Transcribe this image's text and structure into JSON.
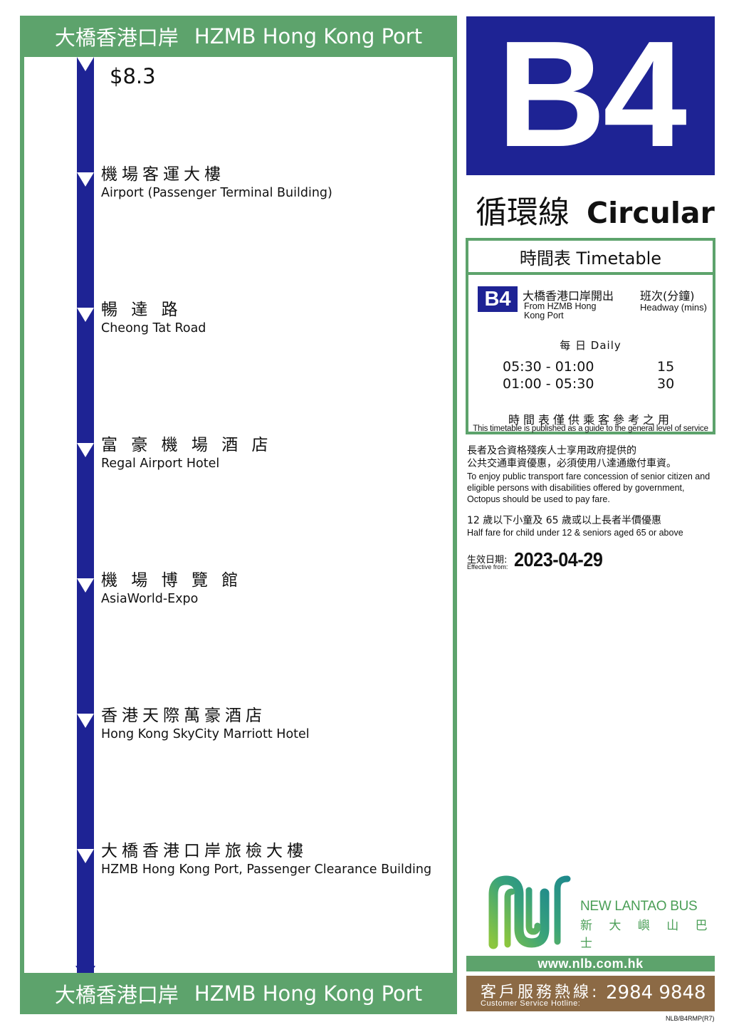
{
  "terminus": {
    "zh": "大橋香港口岸",
    "en": "HZMB Hong Kong Port"
  },
  "fare": "$8.3",
  "stops": [
    {
      "zh": "機場客運大樓",
      "en": "Airport (Passenger Terminal Building)"
    },
    {
      "zh": "暢 達 路",
      "en": "Cheong Tat Road"
    },
    {
      "zh": "富 豪 機 場 酒 店",
      "en": "Regal Airport Hotel"
    },
    {
      "zh": "機 場 博 覽 館",
      "en": "AsiaWorld-Expo"
    },
    {
      "zh": "香港天際萬豪酒店",
      "en": "Hong Kong SkyCity Marriott Hotel"
    },
    {
      "zh": "大橋香港口岸旅檢大樓",
      "en": "HZMB Hong Kong Port, Passenger Clearance Building"
    }
  ],
  "route": {
    "number": "B4",
    "type_zh": "循環線",
    "type_en": "Circular"
  },
  "timetable": {
    "title": "時間表 Timetable",
    "badge": "B4",
    "from_zh": "大橋香港口岸開出",
    "from_en": "From HZMB Hong Kong Port",
    "headway_zh": "班次(分鐘)",
    "headway_en": "Headway (mins)",
    "daily": "每 日 Daily",
    "rows": [
      {
        "period": "05:30 - 01:00",
        "headway": "15"
      },
      {
        "period": "01:00 - 05:30",
        "headway": "30"
      }
    ],
    "note_zh": "時間表僅供乘客參考之用",
    "note_en": "This timetable is published as a guide to the general level of service"
  },
  "concession": {
    "zh_line1": "長者及合資格殘疾人士享用政府提供的",
    "zh_line2": "公共交通車資優惠，必須使用八達通繳付車資。",
    "en": "To enjoy public transport fare concession of senior citizen and eligible persons with disabilities offered by government, Octopus should be used to pay fare."
  },
  "half_fare": {
    "zh": "12 歲以下小童及 65 歲或以上長者半價優惠",
    "en": "Half fare for child under 12 & seniors aged 65 or above"
  },
  "effective": {
    "label_zh": "生效日期:",
    "label_en": "Effective from:",
    "date": "2023-04-29"
  },
  "brand": {
    "en": "NEW LANTAO BUS",
    "zh": "新 大 嶼 山 巴 士",
    "website": "www.nlb.com.hk"
  },
  "hotline": {
    "zh": "客戶服務熱線:",
    "en": "Customer Service Hotline:",
    "number": "2984 9848"
  },
  "doc_code": "NLB/B4RMP(R7)",
  "colors": {
    "green": "#5da36c",
    "navy": "#1e2394",
    "brown": "#8c6a45"
  }
}
